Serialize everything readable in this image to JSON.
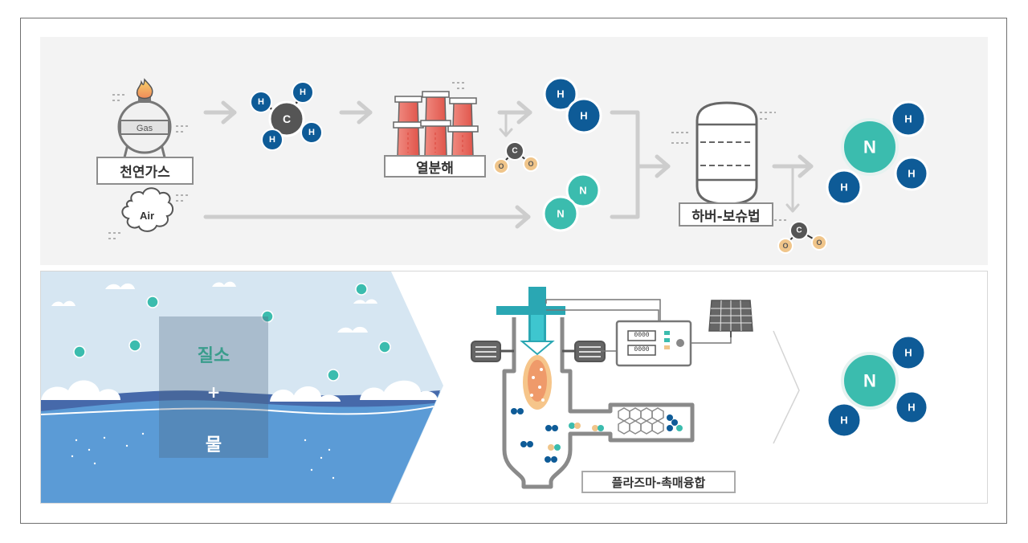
{
  "top_process": {
    "natural_gas_label": "천연가스",
    "gas_tank_text": "Gas",
    "air_text": "Air",
    "pyrolysis_label": "열분해",
    "haber_bosch_label": "하버-보슈법"
  },
  "bottom_process": {
    "ocean_top_text": "질소",
    "ocean_plus_text": "+",
    "ocean_bottom_text": "물",
    "plasma_label": "플라즈마-촉매융합",
    "display_reading_1": "0000",
    "display_reading_2": "0000"
  },
  "atoms": {
    "hydrogen": "H",
    "carbon": "C",
    "nitrogen": "N",
    "oxygen": "O"
  },
  "colors": {
    "hydrogen": "#0e5b97",
    "carbon": "#555555",
    "nitrogen": "#3bbcae",
    "oxygen": "#f0c58a",
    "arrow": "#cdcdcd",
    "reactor": "#8a8a8a",
    "sea": "#5b9bd6",
    "sky": "#d6e6f2"
  },
  "icons": [
    "flame-icon",
    "gas-tank-icon",
    "cloud-icon",
    "factory-icon",
    "reactor-icon",
    "solar-panel-icon",
    "control-box-icon",
    "catalyst-icon"
  ]
}
